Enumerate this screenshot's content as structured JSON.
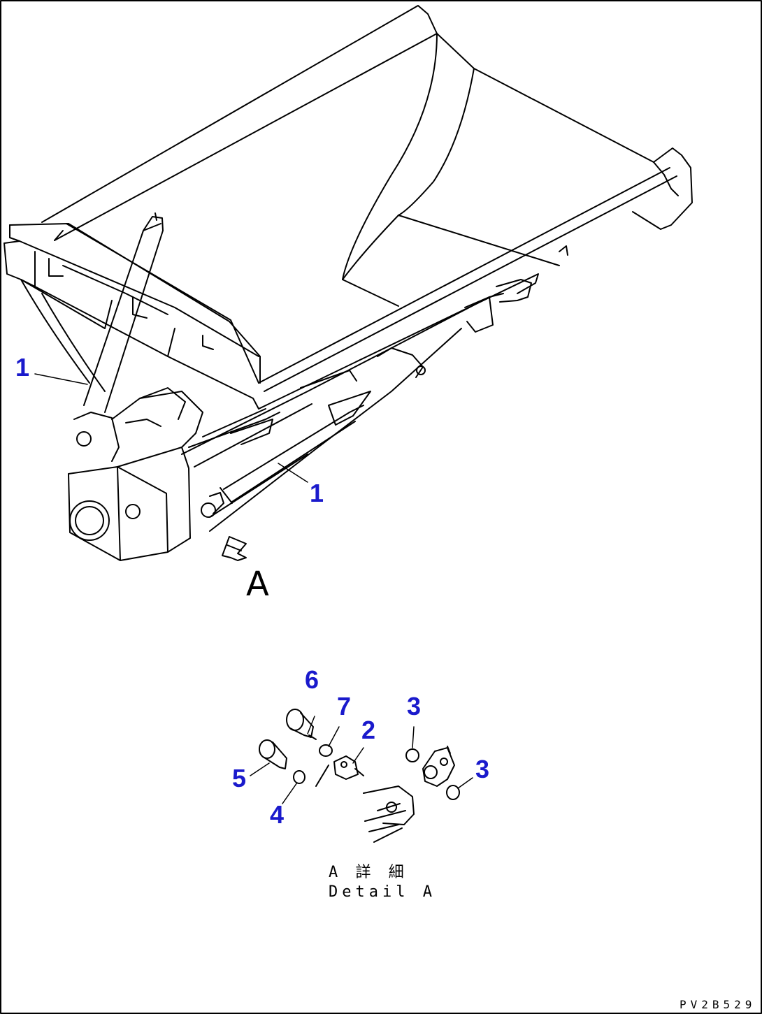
{
  "callouts": [
    {
      "label": "1"
    },
    {
      "label": "1"
    },
    {
      "label": "6"
    },
    {
      "label": "7"
    },
    {
      "label": "2"
    },
    {
      "label": "3"
    },
    {
      "label": "3"
    },
    {
      "label": "5"
    },
    {
      "label": "4"
    }
  ],
  "view_letter": "A",
  "detail_caption": {
    "japanese": "A 詳 細",
    "english": "Detail A"
  },
  "drawing_code": "PV2B529",
  "colors": {
    "line": "#000000",
    "callout": "#1a1acc",
    "background": "#ffffff"
  }
}
